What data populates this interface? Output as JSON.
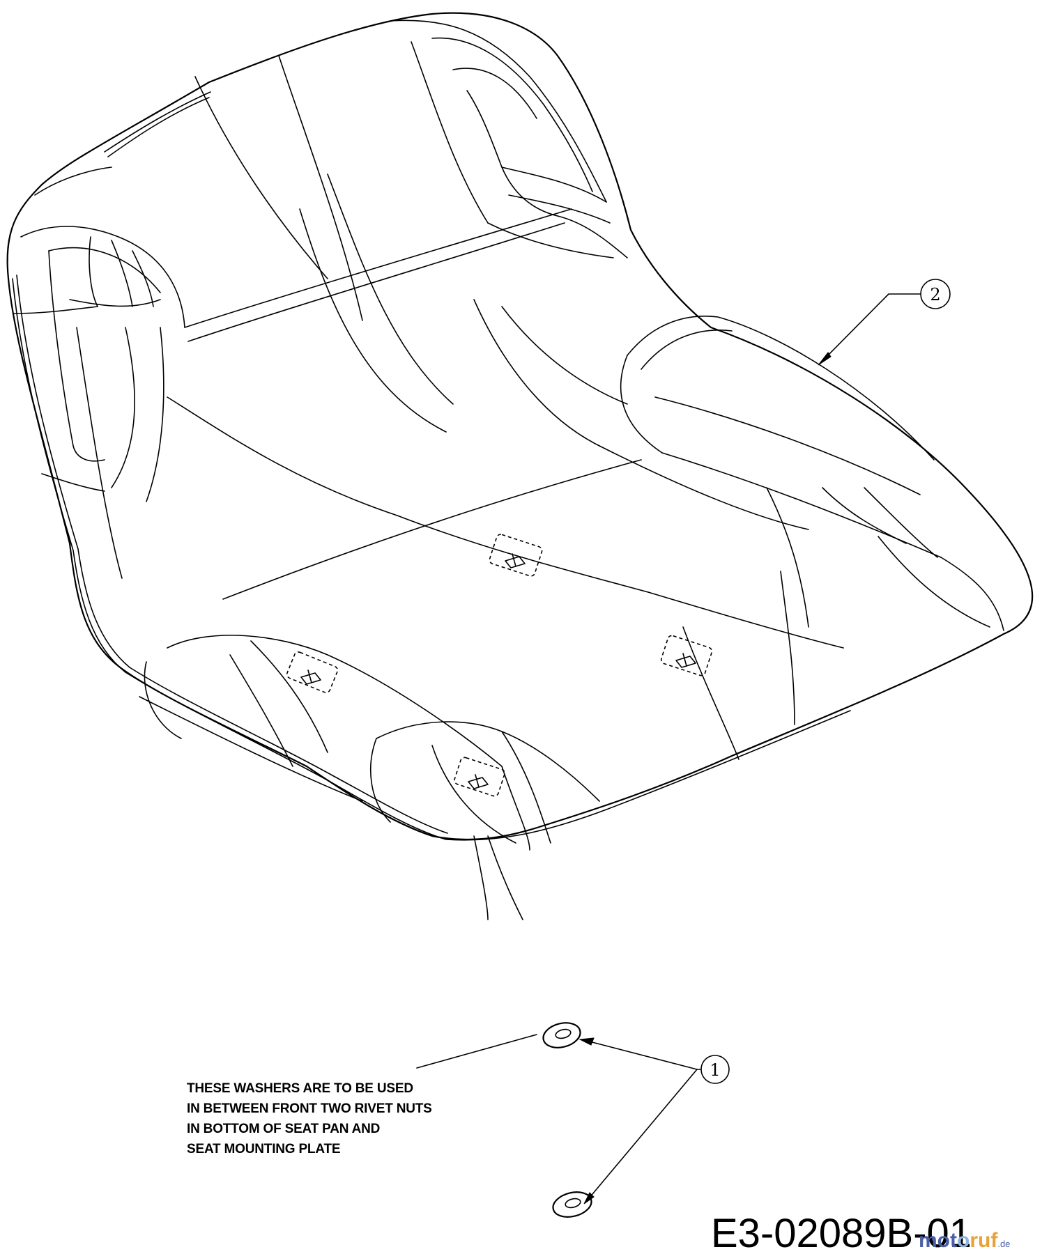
{
  "callouts": {
    "seat": "2",
    "washers": "1"
  },
  "note": {
    "lines": [
      "THESE WASHERS ARE TO BE USED",
      "IN BETWEEN FRONT TWO RIVET NUTS",
      "IN BOTTOM OF SEAT PAN AND",
      "SEAT MOUNTING PLATE"
    ]
  },
  "drawing_number": "E3-02089B-01",
  "watermark": {
    "part1": "mot",
    "part2": "o",
    "part3": "ruf",
    "suffix": ".de"
  }
}
